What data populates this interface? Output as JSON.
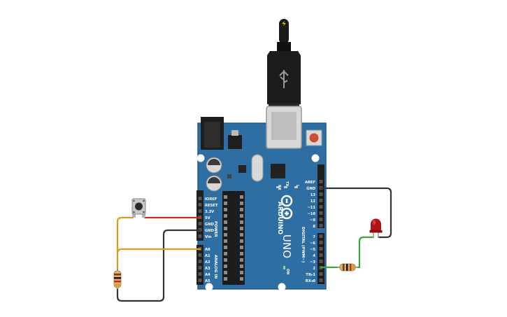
{
  "board": {
    "brand": "ARDUINO",
    "model": "UNO",
    "on_label": "ON",
    "power_header_label": "POWER",
    "analog_header_label": "ANALOG IN",
    "digital_header_label": "DIGITAL (PWM~)",
    "led_labels": [
      "RX",
      "TX",
      "L"
    ],
    "power_pins": [
      "IOREF",
      "RESET",
      "3.3V",
      "5V",
      "GND",
      "GND",
      "Vin"
    ],
    "analog_pins": [
      "A0",
      "A1",
      "A2",
      "A3",
      "A4",
      "A5"
    ],
    "digital_pins_top": [
      "AREF",
      "GND",
      "13",
      "12",
      "~11",
      "~10",
      "~9",
      "8"
    ],
    "digital_pins_bottom": [
      "7",
      "~6",
      "~5",
      "4",
      "~3",
      "2",
      "TX▸1",
      "RX◂0"
    ]
  },
  "colors": {
    "board": "#2f6ea3",
    "board_edge": "#245a87",
    "wire_5v": "#d62a20",
    "wire_gnd": "#333333",
    "wire_signal": "#e59722",
    "wire_led": "#3aa53a",
    "led": "#b0121a"
  },
  "icons": [
    "usb-cable-icon",
    "pushbutton-icon",
    "resistor-icon",
    "led-icon"
  ]
}
